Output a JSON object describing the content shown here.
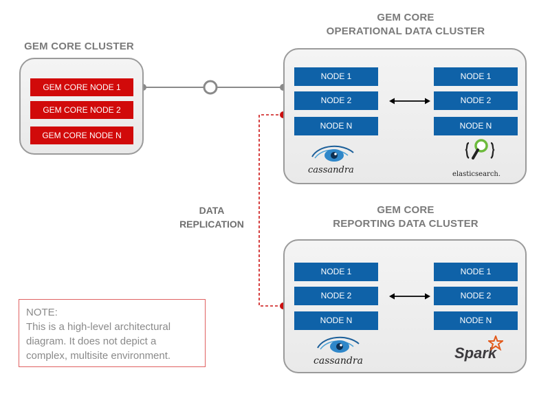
{
  "gem_core_cluster": {
    "title": "GEM CORE CLUSTER",
    "nodes": [
      "GEM CORE NODE 1",
      "GEM CORE NODE 2",
      "GEM CORE NODE N"
    ]
  },
  "operational_cluster": {
    "title_line1": "GEM CORE",
    "title_line2": "OPERATIONAL DATA CLUSTER",
    "left_nodes": [
      "NODE 1",
      "NODE 2",
      "NODE N"
    ],
    "right_nodes": [
      "NODE 1",
      "NODE 2",
      "NODE N"
    ],
    "left_logo": "cassandra",
    "right_logo": "elasticsearch."
  },
  "reporting_cluster": {
    "title_line1": "GEM CORE",
    "title_line2": "REPORTING DATA CLUSTER",
    "left_nodes": [
      "NODE 1",
      "NODE 2",
      "NODE N"
    ],
    "right_nodes": [
      "NODE 1",
      "NODE 2",
      "NODE N"
    ],
    "left_logo": "cassandra",
    "right_logo": "Spark"
  },
  "replication": {
    "line1": "DATA",
    "line2": "REPLICATION"
  },
  "note": {
    "lines": [
      "NOTE:",
      "This is a high-level architectural",
      "diagram. It does not depict a",
      "complex, multisite environment."
    ]
  },
  "colors": {
    "red_node": "#d10a0a",
    "blue_node": "#0f62a8",
    "connector": "#8a8a8a",
    "replication_line": "#cc1111"
  }
}
